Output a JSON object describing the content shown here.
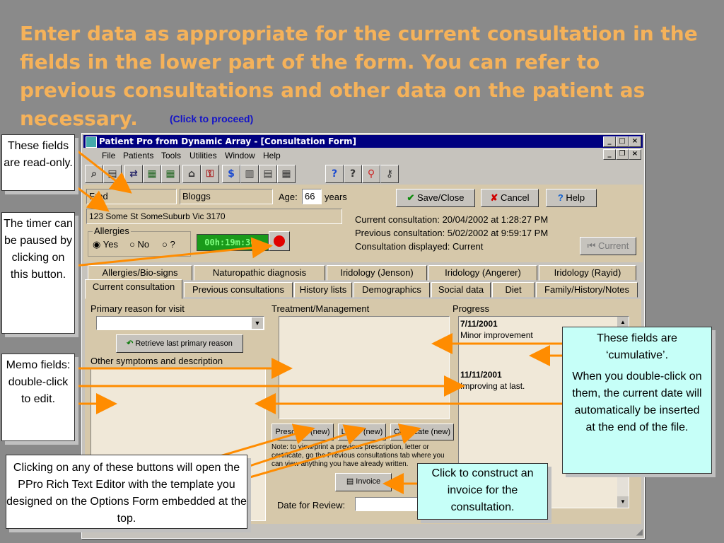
{
  "heading": "Enter data as appropriate for the current consultation in the fields in the lower part of the form.  You can refer to previous consultations and other data on the patient as necessary.",
  "proceed_link": "(Click to proceed)",
  "window": {
    "title": "Patient Pro from Dynamic Array - [Consultation Form]",
    "controls": {
      "minimize": "_",
      "maximize": "□",
      "close": "×",
      "restore": "❐"
    },
    "menu": [
      "File",
      "Patients",
      "Tools",
      "Utilities",
      "Window",
      "Help"
    ],
    "toolbar_icons": [
      "people-search-icon",
      "people-icon",
      "bio-icon",
      "calculator-icon",
      "grid-icon",
      "house-icon",
      "lock-icon",
      "dollar-icon",
      "chart-icon",
      "report-icon",
      "calendar-icon",
      "help-icon",
      "person-help-icon",
      "pin-icon",
      "key-icon"
    ],
    "toolbar_glyphs": [
      "⌕",
      "▤",
      "⇄",
      "▦",
      "▦",
      "⌂",
      "⚿",
      "$",
      "▥",
      "▤",
      "▦",
      "?",
      "?",
      "⚲",
      "⚷"
    ]
  },
  "patient": {
    "first_name": "Fred",
    "last_name": "Bloggs",
    "age_label": "Age:",
    "age": "66",
    "age_unit": "years",
    "address": "123 Some St SomeSuburb Vic  3170"
  },
  "allergies": {
    "label": "Allergies",
    "options": [
      "Yes",
      "No",
      "?"
    ],
    "selected": "Yes"
  },
  "timer": {
    "value": "00h:19m:30s"
  },
  "buttons": {
    "save": "Save/Close",
    "cancel": "Cancel",
    "help": "Help",
    "current": "Current"
  },
  "consultation_info": {
    "current": "Current consultation:  20/04/2002 at 1:28:27 PM",
    "previous": "Previous consultation:  5/02/2002 at 9:59:17 PM",
    "displayed": "Consultation displayed:  Current"
  },
  "tabs_row1": [
    "Allergies/Bio-signs",
    "Naturopathic diagnosis",
    "Iridology (Jenson)",
    "Iridology (Angerer)",
    "Iridology (Rayid)"
  ],
  "tabs_row2": [
    "Current consultation",
    "Previous consultations",
    "History lists",
    "Demographics",
    "Social data",
    "Diet",
    "Family/History/Notes"
  ],
  "form": {
    "primary_reason_label": "Primary reason for visit",
    "retrieve_button": "Retrieve last primary reason",
    "other_symptoms_label": "Other symptoms and description",
    "treatment_label": "Treatment/Management",
    "progress_label": "Progress",
    "progress_entries": [
      {
        "date": "7/11/2001",
        "text": "Minor improvement"
      },
      {
        "date": "11/11/2001",
        "text": "Improving at last."
      }
    ],
    "prescribe_button": "Prescribe (new)",
    "letter_button": "Letter (new)",
    "certificate_button": "Certificate (new)",
    "note": "Note: to view/print a previous prescription, letter or certificate, go the Previous consultations tab where you can view anything you have already written.",
    "invoice_button": "Invoice",
    "review_label": "Date for Review:"
  },
  "callouts": {
    "read_only": "These fields are read-only.",
    "timer": "The timer can be paused by clicking on this button.",
    "memo": "Memo fields: double-click to edit.",
    "editor": "Clicking on any of these buttons will open the PPro Rich Text Editor with the template you designed on the Options Form embedded at the top.",
    "cumulative_1": "These fields are ‘cumulative’.",
    "cumulative_2": "When you double-click on them, the current date will automatically be inserted at the end of the file.",
    "invoice": "Click to construct an invoice for the consultation."
  },
  "colors": {
    "accent_heading": "#f5b25a",
    "link": "#1414c8",
    "arrow": "#ff8c00",
    "timer_bg": "#1a9a1a",
    "timer_text": "#80ff80"
  }
}
